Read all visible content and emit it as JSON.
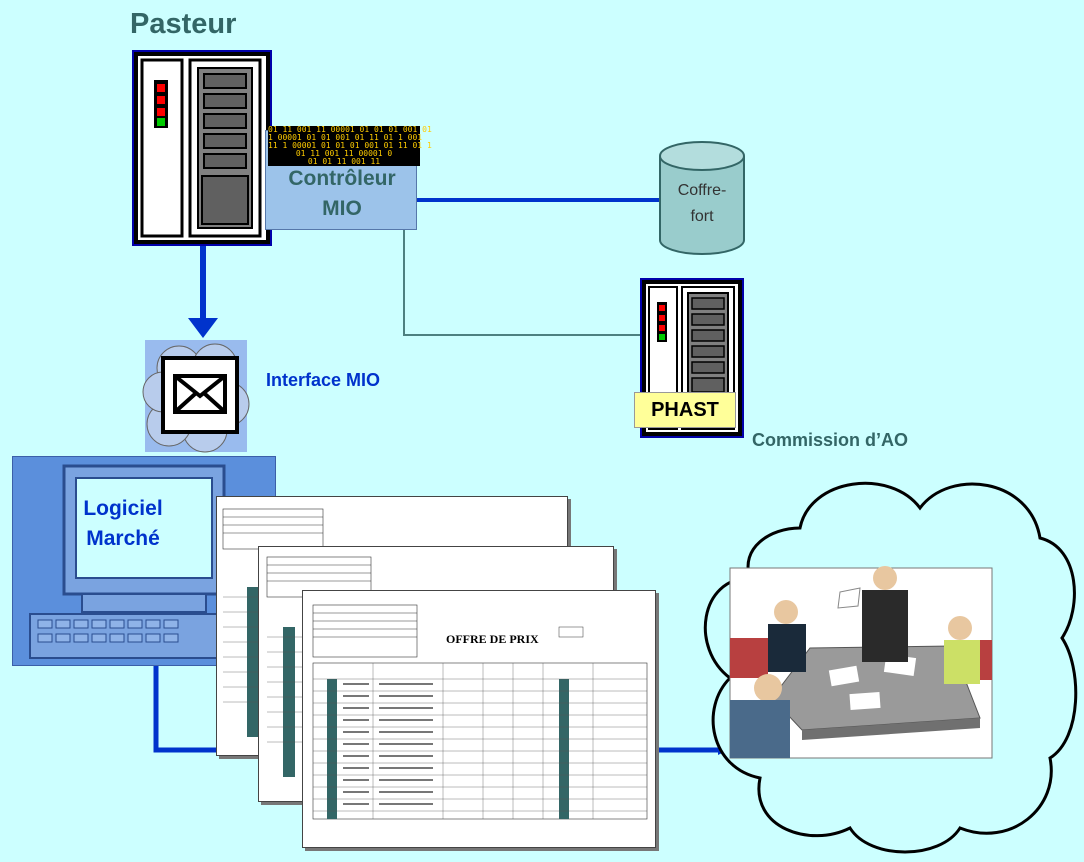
{
  "labels": {
    "pasteur": "Pasteur",
    "controleur_line1": "Contrôleur",
    "controleur_line2": "MIO",
    "coffre_line1": "Coffre-",
    "coffre_line2": "fort",
    "phast": "PHAST",
    "interface_mio": "Interface MIO",
    "commission": "Commission d’AO",
    "logiciel_line1": "Logiciel",
    "logiciel_line2": "Marché",
    "offre_de_prix": "OFFRE DE PRIX"
  },
  "binary_text": "01 11 001 11 00001 01 01 01 001 01\n1 00001 01 01 001 01 11 01 1 001\n11 1 00001 01 01 01 001 01 11 01 1\n01 11 001 11 00001 0\n01 01 11 001 11",
  "colors": {
    "background": "#ccffff",
    "arrow": "#0033cc",
    "thin_line": "#4d8080",
    "controller": "#9cc3ea",
    "cylinder": "#99cccc"
  }
}
